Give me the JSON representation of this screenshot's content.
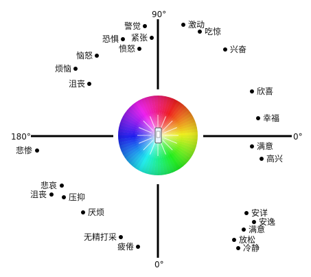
{
  "axis_labels": {
    "top": "90°",
    "left": "180°",
    "right": "0°",
    "bottom": "0°"
  },
  "emotions": [
    "警觉",
    "紧张",
    "恐惧",
    "愤怒",
    "恼怒",
    "烦恼",
    "沮丧",
    "激动",
    "吃惊",
    "兴奋",
    "欣喜",
    "幸福",
    "满意",
    "高兴",
    "悲惨",
    "悲哀",
    "沮丧",
    "压抑",
    "厌烦",
    "无精打采",
    "疲倦",
    "安详",
    "安逸",
    "满意",
    "放松",
    "冷静"
  ],
  "colors": {
    "axis": "#000000",
    "wheel_center": "#e8f4ff"
  }
}
